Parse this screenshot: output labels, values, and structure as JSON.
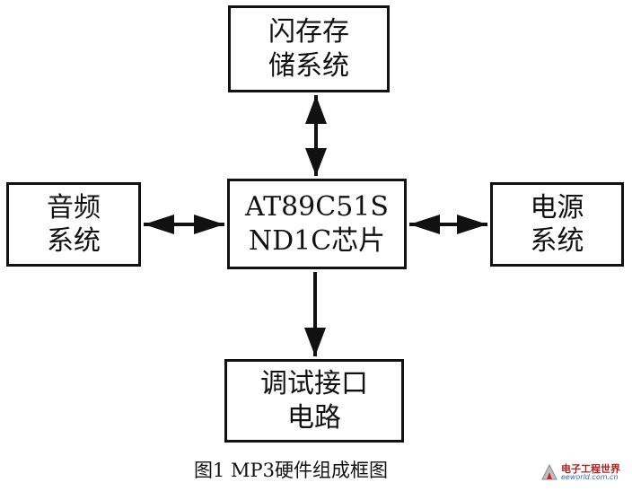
{
  "blocks": {
    "flash": {
      "line1": "闪存存",
      "line2": "储系统"
    },
    "center": {
      "line1": "AT89C51S",
      "line2": "ND1C芯片"
    },
    "audio": {
      "line1": "音频",
      "line2": "系统"
    },
    "power": {
      "line1": "电源",
      "line2": "系统"
    },
    "debug": {
      "line1": "调试接口",
      "line2": "电路"
    }
  },
  "caption": "图1   MP3硬件组成框图",
  "watermark": {
    "site_cn": "电子工程世界",
    "site_url": "eeworld.com.cn"
  }
}
